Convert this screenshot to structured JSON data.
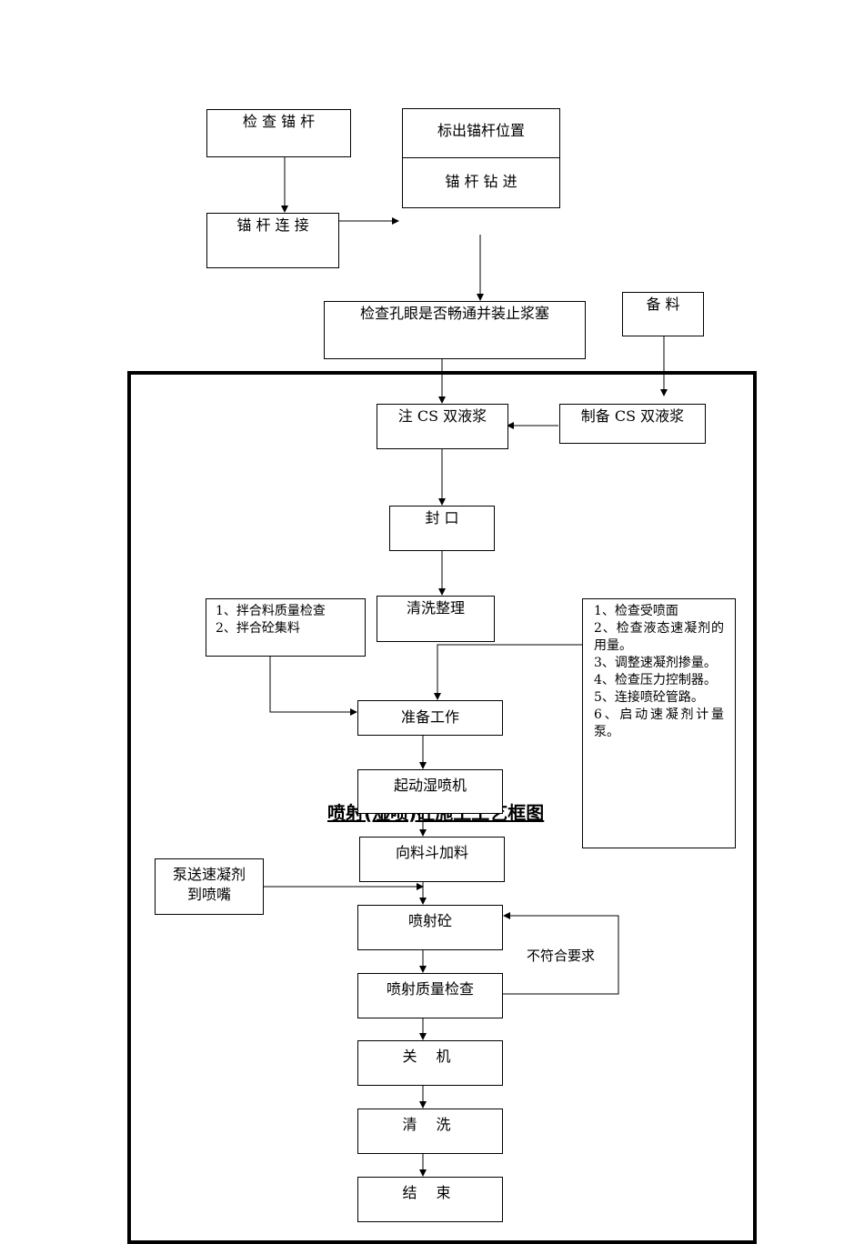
{
  "diagram": {
    "title": "喷射(湿喷)砼施工工艺框图",
    "nodes": {
      "check_anchor": "检 查 锚 杆",
      "mark_anchor": "标出锚杆位置",
      "drill_anchor": "锚 杆 钻 进",
      "anchor_connect": "锚 杆 连 接",
      "check_hole": "检查孔眼是否畅通并装止浆塞",
      "prepare_material": "备 料",
      "inject_cs": "注 CS 双液浆",
      "make_cs": "制备 CS 双液浆",
      "seal": "封 口",
      "clean_arrange": "清洗整理",
      "prep_work": "准备工作",
      "start_machine": "起动湿喷机",
      "feed_hopper": "向料斗加料",
      "pump_accel": [
        "泵送速凝剂",
        "到喷嘴"
      ],
      "spray": "喷射砼",
      "spray_check": "喷射质量检查",
      "shutdown": "关 机",
      "wash": "清 洗",
      "end": "结 束"
    },
    "mix_checks": [
      "1、拌合料质量检查",
      "2、拌合砼集料"
    ],
    "prep_checks": [
      "1、检查受喷面",
      "2、检查液态速凝剂的用量。",
      "3、调整速凝剂掺量。",
      "4、检查压力控制器。",
      "5、连接喷砼管路。",
      "6、启动速凝剂计量泵。"
    ],
    "loop_label": "不符合要求"
  }
}
